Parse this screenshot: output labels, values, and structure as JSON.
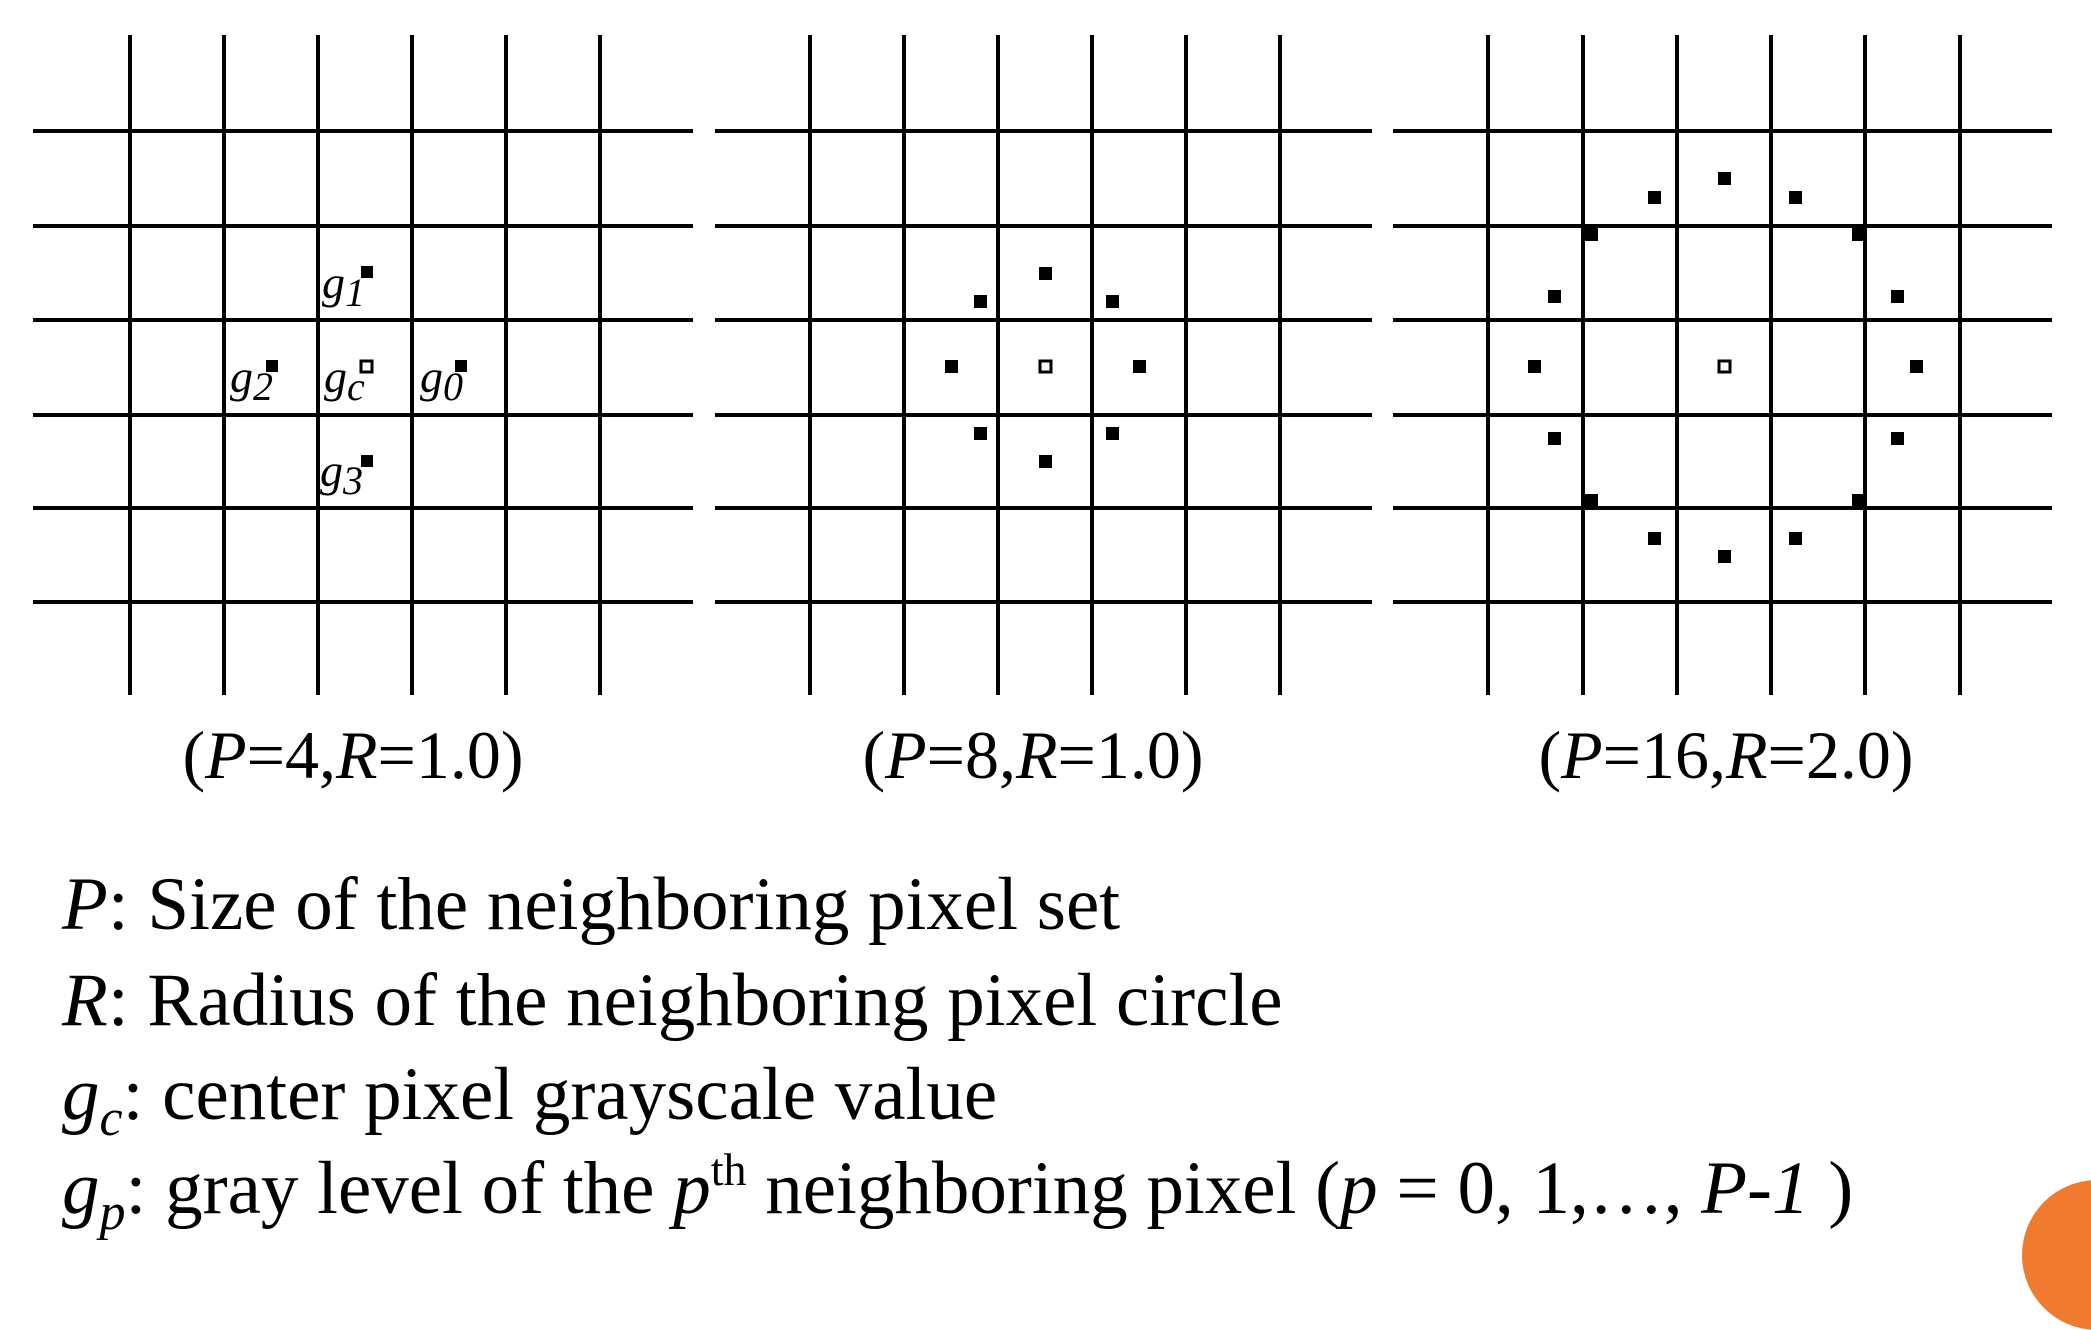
{
  "panels": [
    {
      "caption": {
        "open": "(",
        "p_sym": "P",
        "eq1": "=4,",
        "r_sym": "R",
        "eq2": "=1.0)"
      },
      "labels": {
        "g1": "g",
        "g1_sub": "1",
        "g2": "g",
        "g2_sub": "2",
        "gc": "g",
        "gc_sub": "c",
        "g0": "g",
        "g0_sub": "0",
        "g3": "g",
        "g3_sub": "3"
      }
    },
    {
      "caption": {
        "open": "(",
        "p_sym": "P",
        "eq1": "=8,",
        "r_sym": "R",
        "eq2": "=1.0)"
      }
    },
    {
      "caption": {
        "open": "(",
        "p_sym": "P",
        "eq1": "=16,",
        "r_sym": "R",
        "eq2": "=2.0)"
      }
    }
  ],
  "definitions": [
    {
      "symbol": "P",
      "text": ": Size of the neighboring pixel set"
    },
    {
      "symbol": "R",
      "text": ": Radius of the neighboring pixel circle"
    },
    {
      "symbol": "g",
      "sub": "c",
      "text": ": center pixel grayscale value"
    },
    {
      "symbol": "g",
      "sub": "p",
      "text_a": ": gray level of the ",
      "p_sym": "p",
      "sup": "th",
      "text_b": " neighboring pixel (",
      "p2": "p",
      "text_c": " = 0, 1,…, ",
      "P_sym": "P-1",
      "text_d": " )"
    }
  ],
  "colors": {
    "ink": "#000000",
    "accent": "#f07a2e"
  }
}
